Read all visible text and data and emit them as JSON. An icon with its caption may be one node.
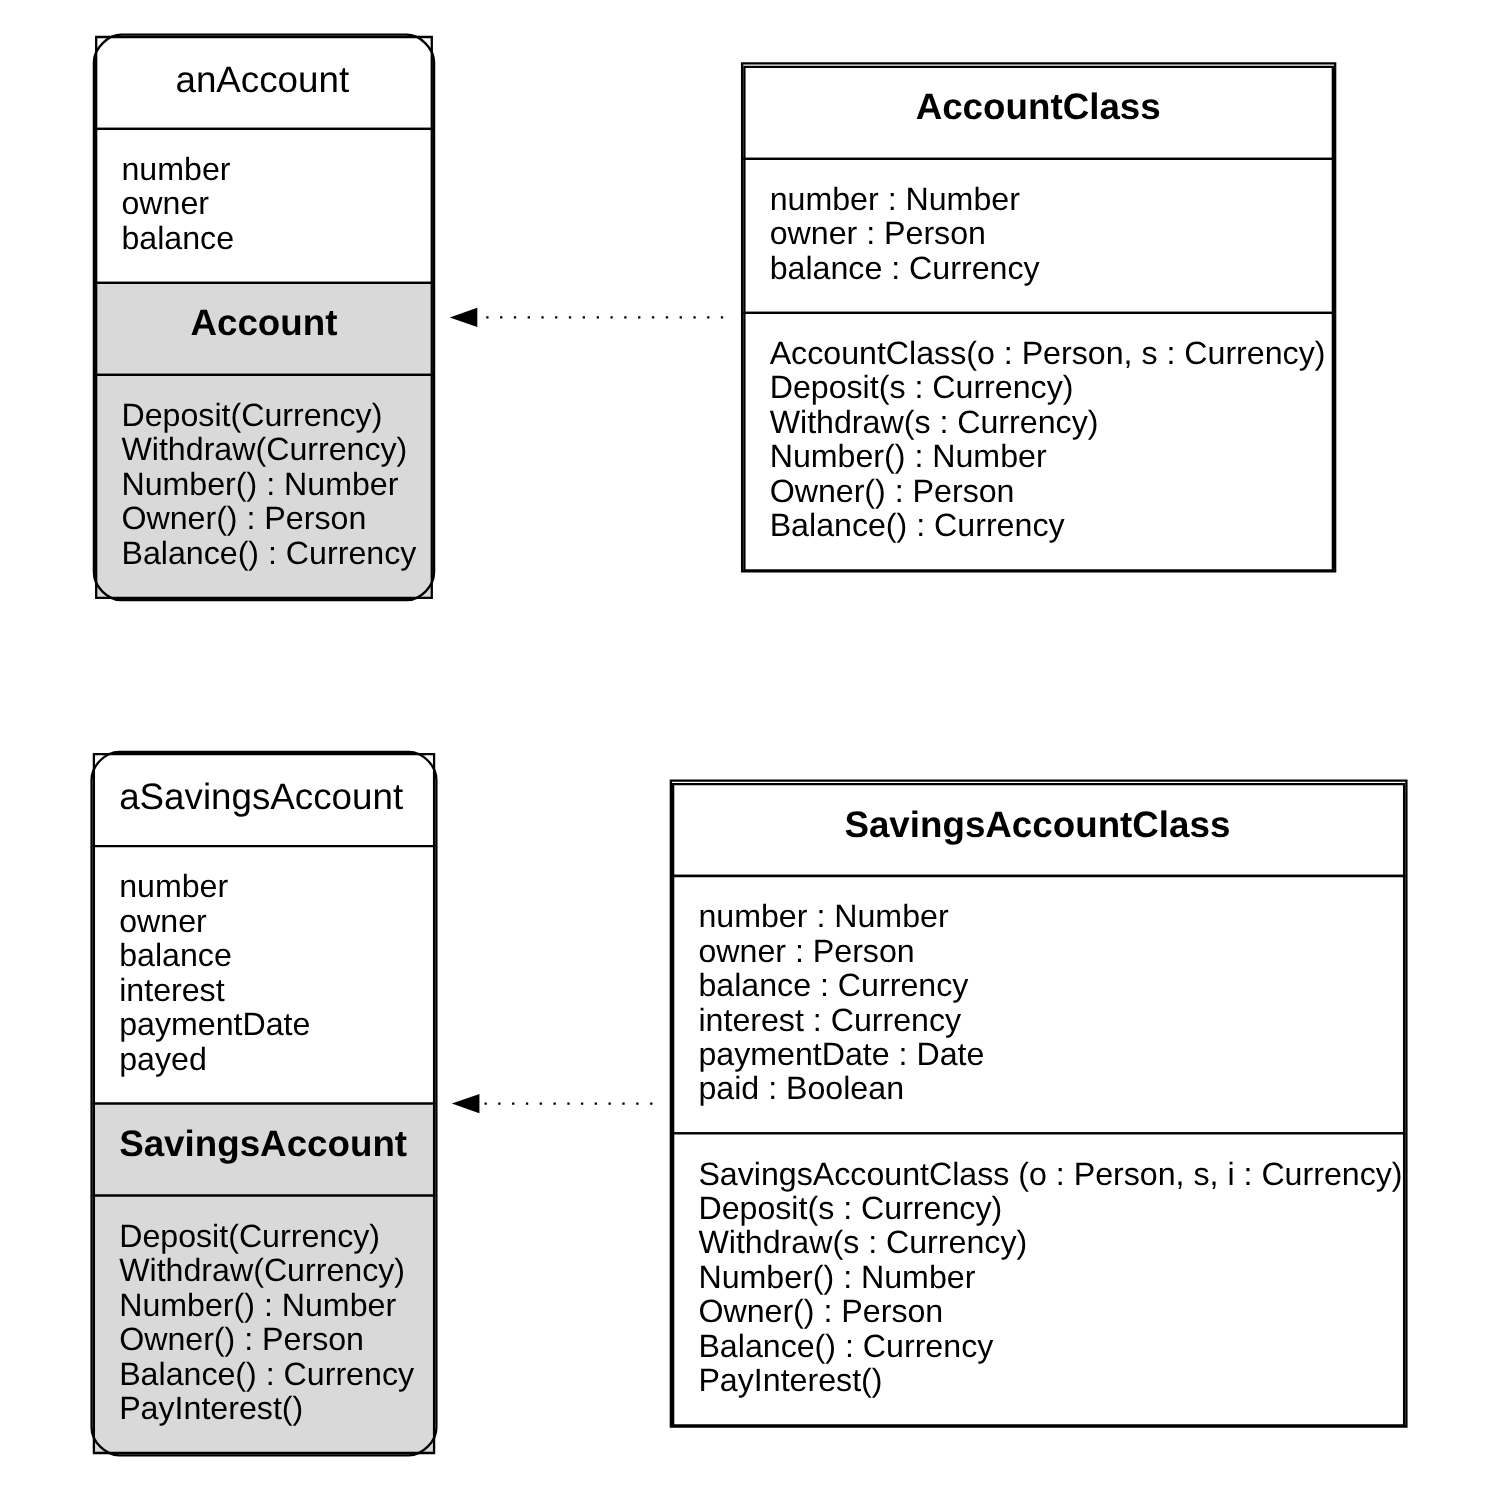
{
  "diagram": {
    "nodes": [
      {
        "text": [
          "anAccount",
          "number",
          "owner",
          "balance",
          "Account",
          "Deposit(Currency)",
          "Withdraw(Currency)",
          "Number() : Number",
          "Owner() : Person",
          "Balance() : Currency"
        ]
      },
      {
        "text": [
          "AccountClass",
          "number : Number",
          "owner : Person",
          "balance : Currency",
          "AccountClass(o : Person, s : Currency)",
          "Deposit(s : Currency)",
          "Withdraw(s : Currency)",
          "Number() : Number",
          "Owner() : Person",
          "Balance() : Currency"
        ]
      },
      {
        "text": [
          "aSavingsAccount",
          "number",
          "owner",
          "balance",
          "interest",
          "paymentDate",
          "payed",
          "SavingsAccount",
          "Deposit(Currency)",
          "Withdraw(Currency)",
          "Number() : Number",
          "Owner() : Person",
          "Balance() : Currency",
          "PayInterest()"
        ]
      },
      {
        "text": [
          "SavingsAccountClass",
          "number : Number",
          "owner : Person",
          "balance : Currency",
          "interest : Currency",
          "paymentDate : Date",
          "paid : Boolean",
          "SavingsAccountClass (o : Person, s, i : Currency)",
          "Deposit(s : Currency)",
          "Withdraw(s : Currency)",
          "Number() : Number",
          "Owner() : Person",
          "Balance() : Currency",
          "PayInterest()"
        ]
      }
    ],
    "edges": [
      {
        "from": 1,
        "to": 0,
        "arrow": "to",
        "style": "dashed"
      },
      {
        "from": 3,
        "to": 2,
        "arrow": "to",
        "style": "dashed"
      }
    ]
  }
}
